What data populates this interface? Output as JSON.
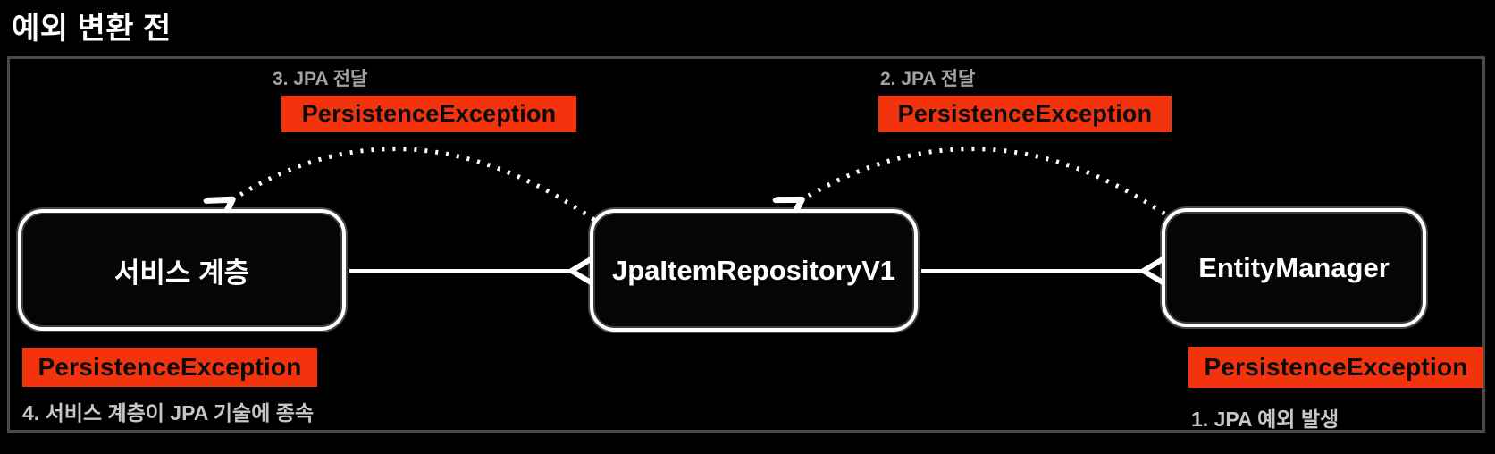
{
  "page": {
    "title": "예외 변환 전"
  },
  "colors": {
    "background": "#000000",
    "frame_border": "#4a4a4a",
    "highlight_red": "#f2330e",
    "node_border": "#ffffff",
    "step_label_gray": "#a3a3a3",
    "note_gray": "#c6c6c6"
  },
  "diagram": {
    "nodes": [
      {
        "id": "service-layer",
        "label": "서비스 계층"
      },
      {
        "id": "jpa-item-repository-v1",
        "label": "JpaItemRepositoryV1"
      },
      {
        "id": "entity-manager",
        "label": "EntityManager"
      }
    ],
    "edges": [
      {
        "from": "service-layer",
        "to": "jpa-item-repository-v1",
        "style": "solid"
      },
      {
        "from": "jpa-item-repository-v1",
        "to": "entity-manager",
        "style": "solid"
      },
      {
        "from": "entity-manager",
        "to": "jpa-item-repository-v1",
        "style": "dotted"
      },
      {
        "from": "jpa-item-repository-v1",
        "to": "service-layer",
        "style": "dotted"
      }
    ],
    "badges": {
      "top_left": "PersistenceException",
      "top_right": "PersistenceException",
      "bottom_left": "PersistenceException",
      "bottom_right": "PersistenceException"
    },
    "annotations": {
      "step3": "3. JPA 전달",
      "step2": "2. JPA 전달",
      "step4": "4. 서비스 계층이 JPA 기술에 종속",
      "step1": "1. JPA 예외 발생"
    }
  }
}
